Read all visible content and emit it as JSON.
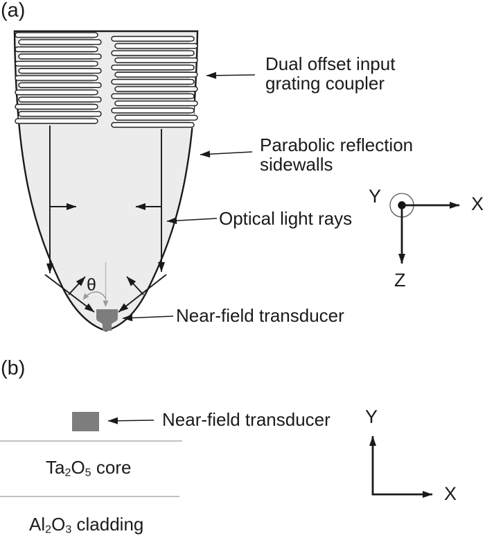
{
  "panel_a": {
    "label": "(a)",
    "grating_label_line1": "Dual offset input",
    "grating_label_line2": "grating coupler",
    "sidewalls_label_line1": "Parabolic reflection",
    "sidewalls_label_line2": "sidewalls",
    "rays_label": "Optical light rays",
    "nft_label": "Near-field transducer",
    "theta_symbol": "θ",
    "axis_y": "Y",
    "axis_x": "X",
    "axis_z": "Z"
  },
  "panel_b": {
    "label": "(b)",
    "nft_label": "Near-field transducer",
    "core_formula": {
      "m1": "Ta",
      "s1": "2",
      "m2": "O",
      "s2": "5",
      "rest": " core"
    },
    "cladding_formula": {
      "m1": "Al",
      "s1": "2",
      "m2": "O",
      "s2": "3",
      "rest": " cladding"
    },
    "axis_y": "Y",
    "axis_x": "X"
  },
  "colors": {
    "outline": "#1a1a1a",
    "parabola_fill": "#ececec",
    "transducer_gray": "#7d7d7d",
    "thin_gray": "#9c9c9c"
  }
}
